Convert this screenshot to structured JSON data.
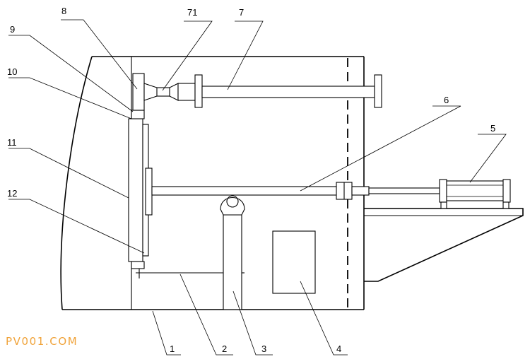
{
  "callouts": {
    "c1": "1",
    "c2": "2",
    "c3": "3",
    "c4": "4",
    "c5": "5",
    "c6": "6",
    "c7": "7",
    "c71": "71",
    "c8": "8",
    "c9": "9",
    "c10": "10",
    "c11": "11",
    "c12": "12"
  },
  "watermark": "PV001.COM"
}
